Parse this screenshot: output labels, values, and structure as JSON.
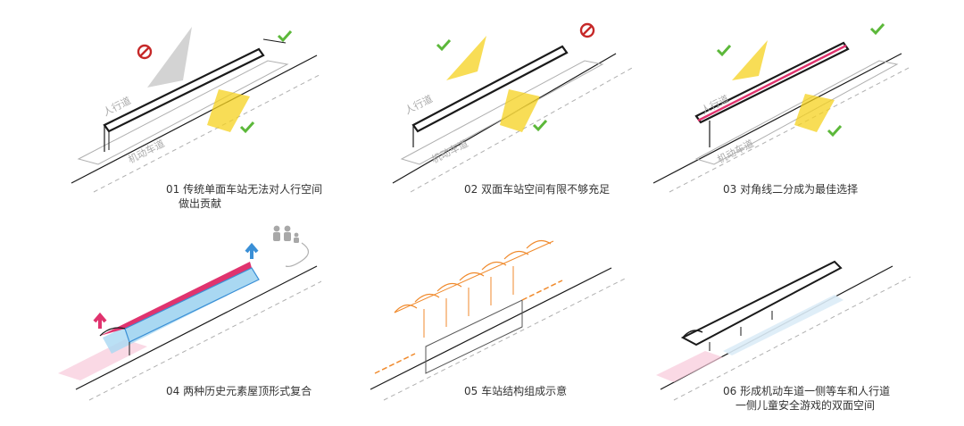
{
  "panels": [
    {
      "caption": [
        "01 传统单面车站无法对人行空间",
        "做出贡献"
      ],
      "labels": {
        "sidewalk": "人行道",
        "road": "机动车道"
      }
    },
    {
      "caption": [
        "02 双面车站空间有限不够充足"
      ],
      "labels": {
        "sidewalk": "人行道",
        "road": "机动车道"
      }
    },
    {
      "caption": [
        "03 对角线二分成为最佳选择"
      ],
      "labels": {
        "sidewalk": "人行道",
        "road": "机动车道"
      }
    },
    {
      "caption": [
        "04 两种历史元素屋顶形式复合"
      ]
    },
    {
      "caption": [
        "05 车站结构组成示意"
      ]
    },
    {
      "caption": [
        "06 形成机动车道一侧等车和人行道",
        "一侧儿童安全游戏的双面空间"
      ]
    }
  ],
  "colors": {
    "line": "#1a1a1a",
    "grey": "#b0b0b0",
    "yellow": "#f5d21e",
    "green": "#5cb83a",
    "red": "#c62828",
    "magenta": "#e0336e",
    "pink": "#f18fb4",
    "blue": "#3a8fd6",
    "lightblue": "#a9d8f2",
    "orange": "#f08a2c"
  }
}
